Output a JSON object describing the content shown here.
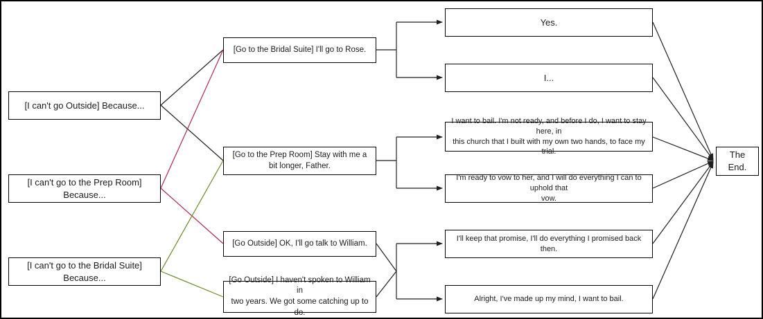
{
  "diagram": {
    "colors": {
      "edge_black": "#1f1f1f",
      "edge_red": "#b02b4c",
      "edge_green": "#6c8c2c"
    },
    "nodes": {
      "blocked_outside": {
        "label": "[I can't go Outside] Because..."
      },
      "blocked_prep_room": {
        "label": "[I can't go to the Prep Room] Because..."
      },
      "blocked_bridal_suite": {
        "label": "[I can't go to the Bridal Suite] Because..."
      },
      "choice_bridal_suite": {
        "label": "[Go to the Bridal Suite] I'll go to Rose."
      },
      "choice_prep_room": {
        "label": "[Go to the Prep Room] Stay with me a\nbit longer, Father."
      },
      "choice_outside_ok": {
        "label": "[Go Outside] OK, I'll go talk to William."
      },
      "choice_outside_catchup": {
        "label": "[Go Outside] I haven't spoken to William in\ntwo years. We got some catching up to do."
      },
      "reply_yes": {
        "label": "Yes."
      },
      "reply_i": {
        "label": "I..."
      },
      "reply_bail_church": {
        "label": "I want to bail. I'm not ready, and before I do, I want to stay here, in\nthis church that I built with my own two hands, to face my trial."
      },
      "reply_vow": {
        "label": "I'm ready to vow to her, and I will do everything I can to uphold that\nvow."
      },
      "reply_keep_promise": {
        "label": "I'll keep that promise, I'll do everything I promised back then."
      },
      "reply_made_up_mind": {
        "label": "Alright, I've made up my mind, I want to bail."
      },
      "the_end": {
        "label": "The End."
      }
    }
  }
}
